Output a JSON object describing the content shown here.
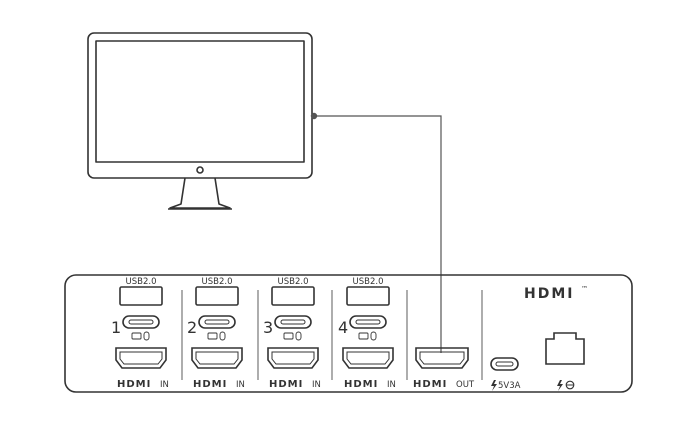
{
  "brand": {
    "logo_text": "HDMI",
    "trademark": "™"
  },
  "ports": [
    {
      "number": "1",
      "usb_label": "USB2.0",
      "hdmi_word": "HDMI",
      "hdmi_suffix": "IN"
    },
    {
      "number": "2",
      "usb_label": "USB2.0",
      "hdmi_word": "HDMI",
      "hdmi_suffix": "IN"
    },
    {
      "number": "3",
      "usb_label": "USB2.0",
      "hdmi_word": "HDMI",
      "hdmi_suffix": "IN"
    },
    {
      "number": "4",
      "usb_label": "USB2.0",
      "hdmi_word": "HDMI",
      "hdmi_suffix": "IN"
    }
  ],
  "output": {
    "hdmi_word": "HDMI",
    "suffix": "OUT"
  },
  "power": {
    "usbc_label": "5V3A",
    "bolt_icon": "lightning-bolt-icon",
    "ethernet_icon": "ethernet-port-icon"
  },
  "colors": {
    "stroke": "#333333",
    "screen": "#ffffff",
    "text": "#333333"
  }
}
